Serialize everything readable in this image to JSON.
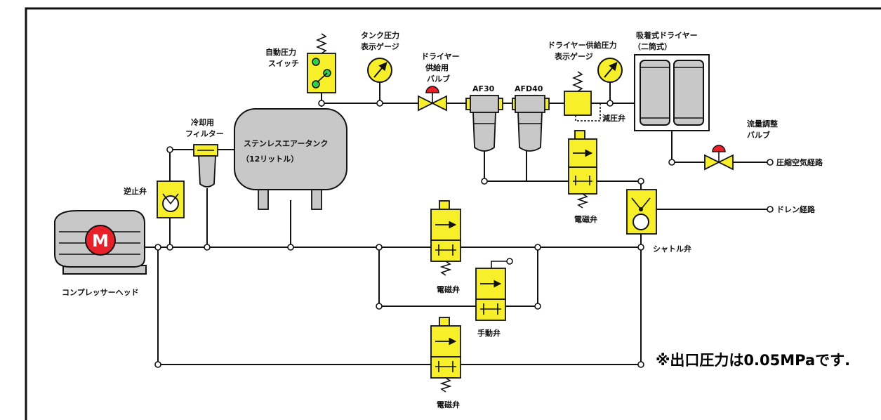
{
  "labels": {
    "compressor_head": "コンプレッサーヘッド",
    "motor_mark": "M",
    "check_valve": "逆止弁",
    "cooling_filter": [
      "冷却用",
      "フィルター"
    ],
    "tank": [
      "ステンレスエアータンク",
      "（12リットル）"
    ],
    "auto_pressure_switch": [
      "自動圧力",
      "スイッチ"
    ],
    "tank_pressure_gauge": [
      "タンク圧力",
      "表示ゲージ"
    ],
    "dryer_supply_valve": [
      "ドライヤー",
      "供給用",
      "バルブ"
    ],
    "af30": "AF30",
    "afd40": "AFD40",
    "dryer_supply_pressure_gauge": [
      "ドライヤー供給圧力",
      "表示ゲージ"
    ],
    "reducing_valve": "減圧弁",
    "adsorption_dryer": [
      "吸着式ドライヤー",
      "（二筒式）"
    ],
    "flow_control_valve": [
      "流量調整",
      "バルブ"
    ],
    "compressed_air_path": "圧縮空気経路",
    "drain_path": "ドレン経路",
    "shuttle_valve": "シャトル弁",
    "solenoid_valve_upper": "電磁弁",
    "solenoid_valve_middle": "電磁弁",
    "solenoid_valve_lower": "電磁弁",
    "manual_valve": "手動弁",
    "note": "※出口圧力は0.05MPaです."
  },
  "colors": {
    "component_fill": "#f6ef2a",
    "tank_fill": "#c8c8c8",
    "motor_fill": "#e8202a",
    "pipe": "#111111",
    "switch_contact": "#2fd04a"
  }
}
